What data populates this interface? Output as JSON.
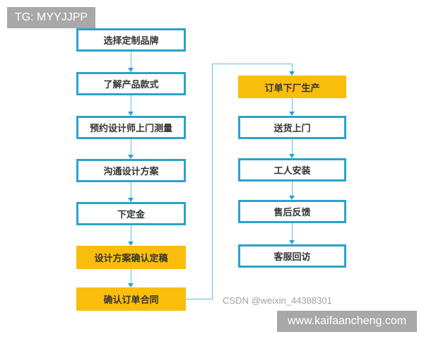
{
  "watermarks": {
    "top_left": "TG: MYYJJPP",
    "credit": "CSDN @weixin_44388301",
    "bottom_right": "www.kaifaancheng.com"
  },
  "colors": {
    "outline": "#2ba3c9",
    "highlight": "#f9bd0b",
    "connector": "#5ec0de"
  },
  "flow": {
    "left_column": [
      {
        "label": "选择定制品牌",
        "style": "outline"
      },
      {
        "label": "了解产品款式",
        "style": "outline"
      },
      {
        "label": "预约设计师上门测量",
        "style": "outline"
      },
      {
        "label": "沟通设计方案",
        "style": "outline"
      },
      {
        "label": "下定金",
        "style": "outline"
      },
      {
        "label": "设计方案确认定稿",
        "style": "filled"
      },
      {
        "label": "确认订单合同",
        "style": "filled"
      }
    ],
    "right_column": [
      {
        "label": "订单下厂生产",
        "style": "filled"
      },
      {
        "label": "送货上门",
        "style": "outline"
      },
      {
        "label": "工人安装",
        "style": "outline"
      },
      {
        "label": "售后反馈",
        "style": "outline"
      },
      {
        "label": "客服回访",
        "style": "outline"
      }
    ]
  }
}
